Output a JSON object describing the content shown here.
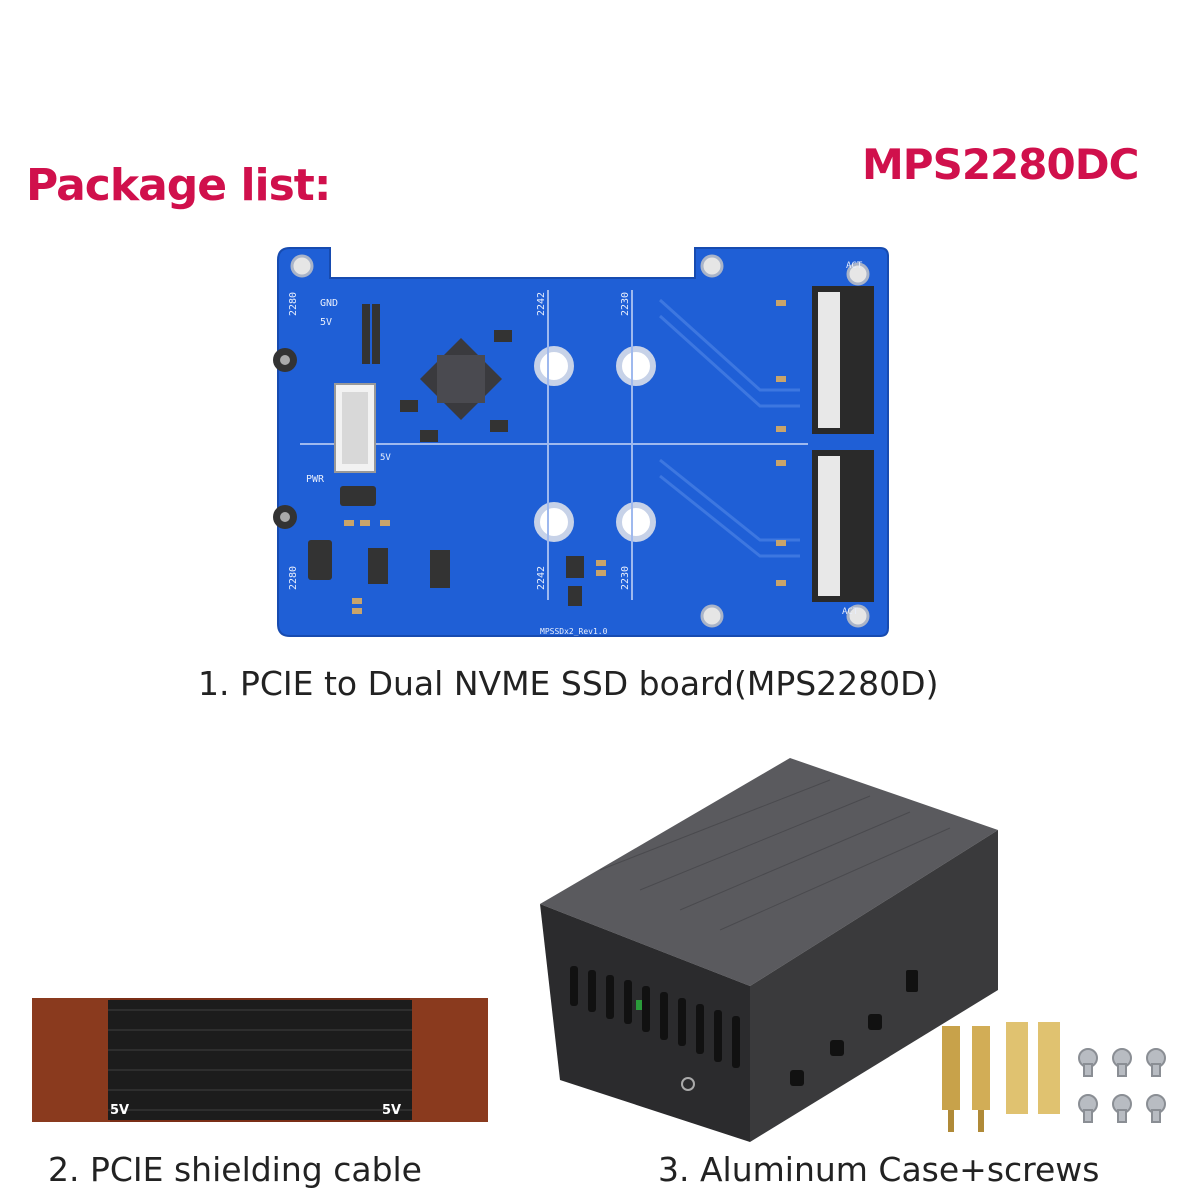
{
  "header": {
    "package_list": "Package list:",
    "model": "MPS2280DC"
  },
  "items": [
    {
      "caption": "1. PCIE to Dual NVME SSD board(MPS2280D)"
    },
    {
      "caption": "2. PCIE shielding cable"
    },
    {
      "caption": "3. Aluminum Case+screws"
    }
  ],
  "board": {
    "silk_labels": [
      "2280",
      "GND",
      "5V",
      "2242",
      "2230",
      "ACT",
      "PWR",
      "5V",
      "2280",
      "2242",
      "2230",
      "ACT",
      "MPSSDx2_Rev1.0"
    ]
  },
  "cable": {
    "labels": [
      "5V",
      "5V"
    ]
  },
  "colors": {
    "accent": "#d0104c",
    "board_blue": "#1f5fd6",
    "cable_copper": "#7a2e17",
    "case_gray": "#3a3a3c"
  }
}
